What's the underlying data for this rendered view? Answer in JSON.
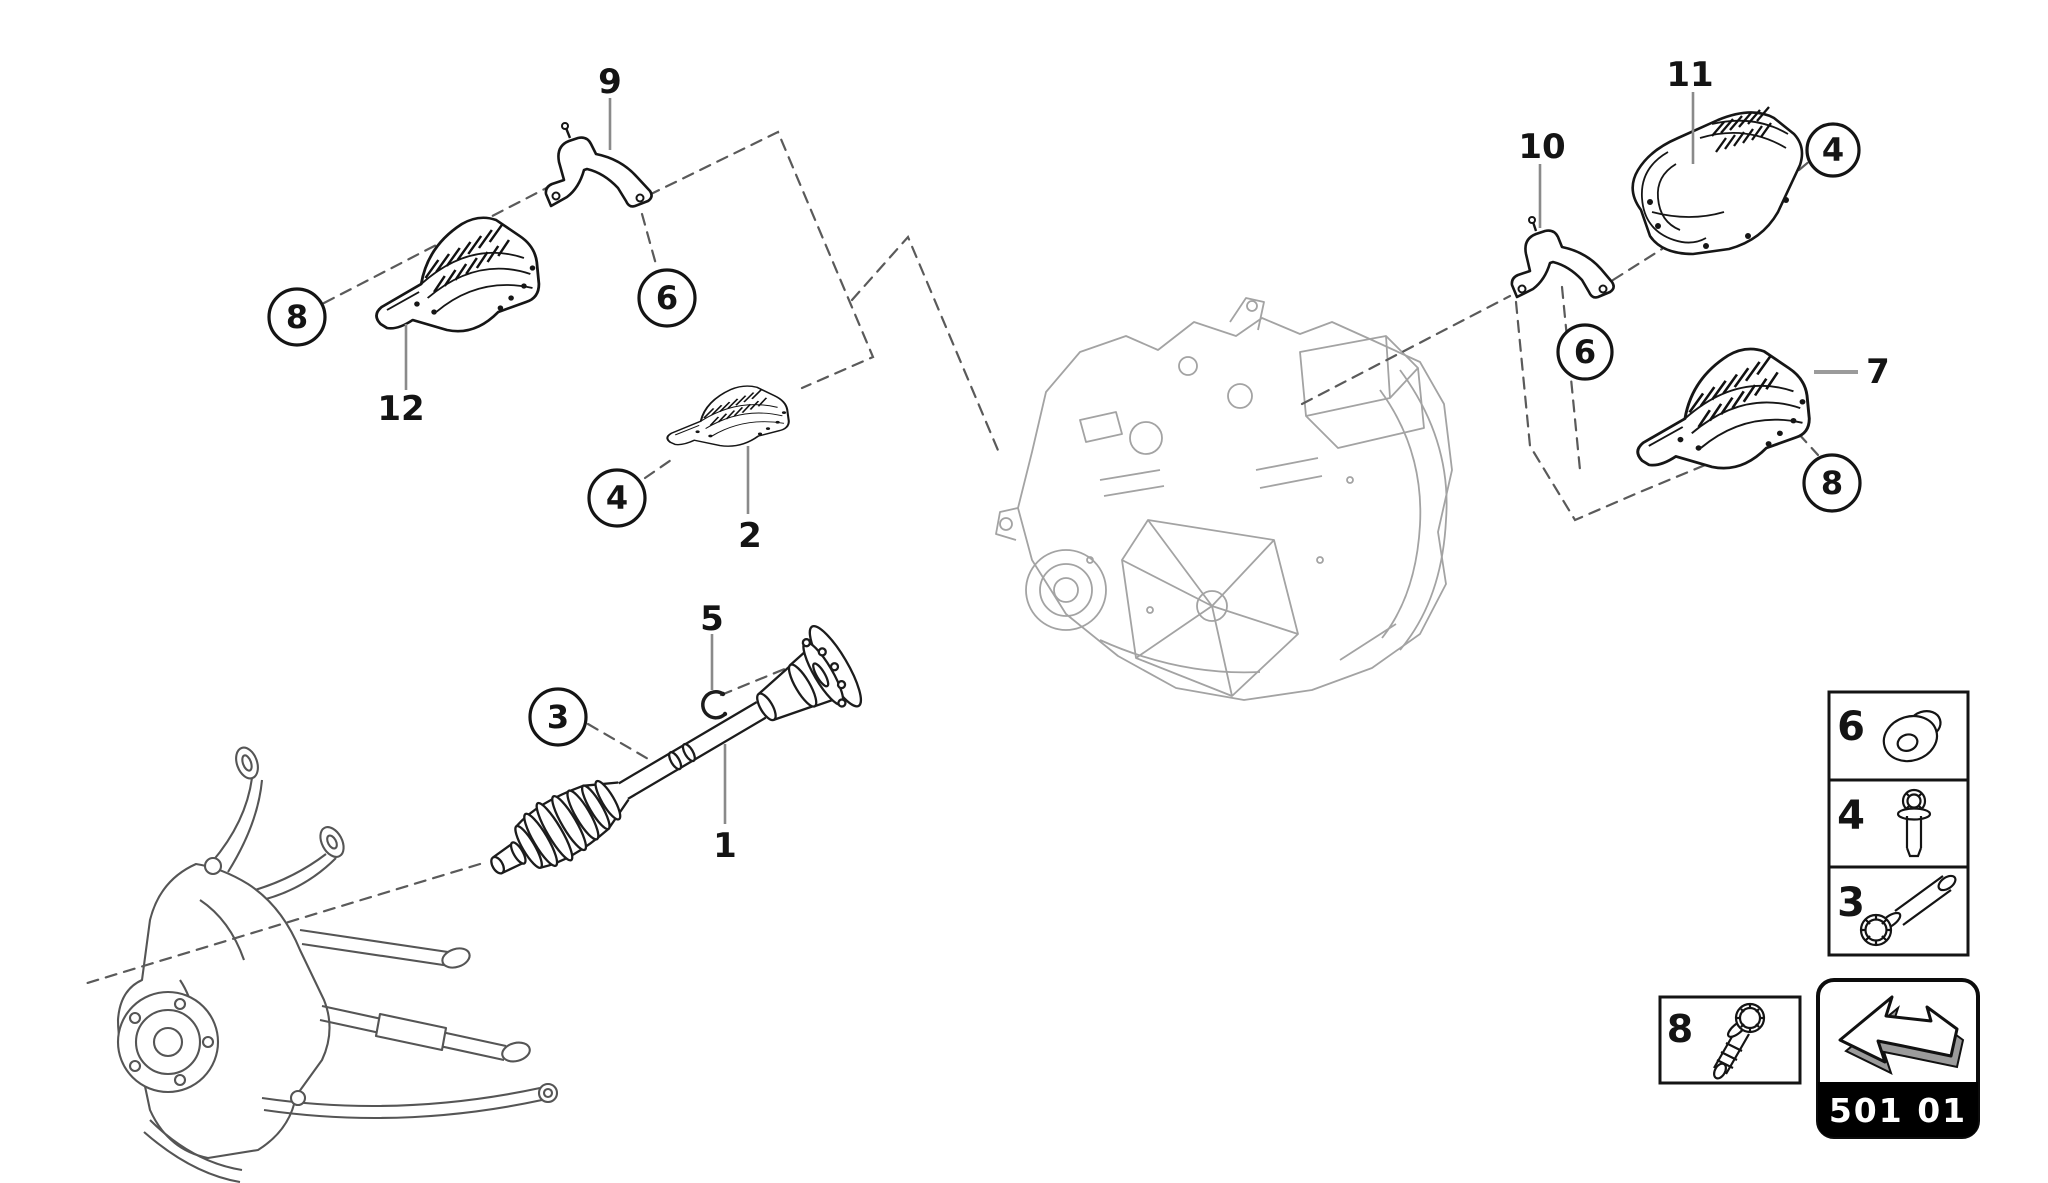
{
  "diagram": {
    "type": "exploded-parts-diagram",
    "subject": "drive shaft, heat shields, gearbox and rear suspension",
    "page_code": "501 01"
  },
  "callouts": {
    "plain": [
      {
        "label": "9"
      },
      {
        "label": "12"
      },
      {
        "label": "2"
      },
      {
        "label": "5"
      },
      {
        "label": "1"
      },
      {
        "label": "11"
      },
      {
        "label": "10"
      },
      {
        "label": "7"
      }
    ],
    "circled": [
      {
        "label": "8"
      },
      {
        "label": "6"
      },
      {
        "label": "4"
      },
      {
        "label": "3"
      },
      {
        "label": "4"
      },
      {
        "label": "6"
      },
      {
        "label": "8"
      }
    ]
  },
  "legend": {
    "rows": [
      {
        "label": "6",
        "icon": "flange-nut-icon"
      },
      {
        "label": "4",
        "icon": "flange-bolt-icon"
      },
      {
        "label": "3",
        "icon": "socket-bolt-icon"
      }
    ]
  },
  "fastener_box": {
    "label": "8",
    "icon": "socket-head-bolt-icon"
  },
  "badge": {
    "code": "501 01",
    "icon": "direction-arrow-icon"
  },
  "colors": {
    "part_line": "#161616",
    "machine_line": "#a3a3a3",
    "suspension_line": "#555555",
    "dashed_line": "#5a5a5a",
    "leader_line": "#8a8a8a",
    "badge_bar": "#000000",
    "badge_text": "#ffffff",
    "arrow_shade": "#9b9b9b"
  }
}
